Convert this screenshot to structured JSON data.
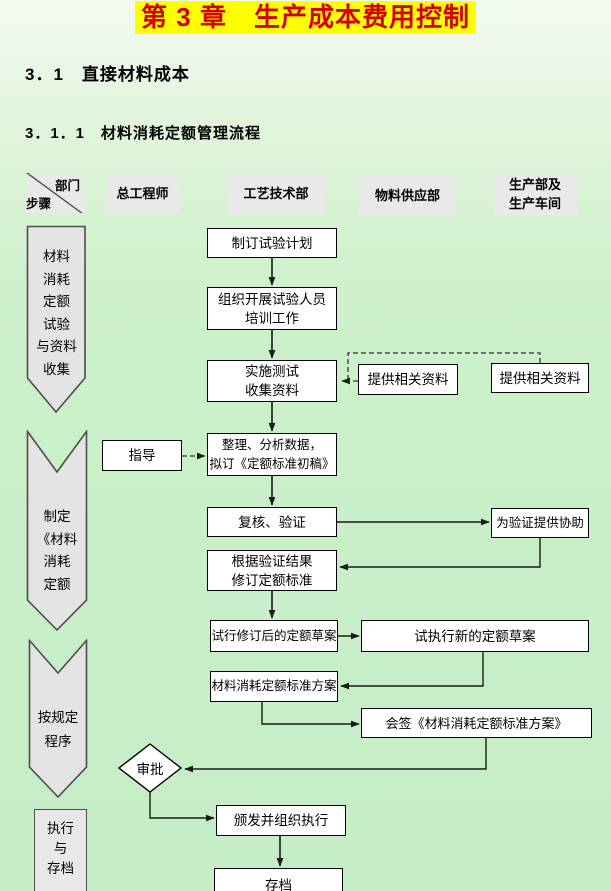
{
  "title": {
    "chapter": "第 3 章　生产成本费用控制"
  },
  "sections": {
    "s1": "3．1　直接材料成本",
    "s11": "3．1．1　材料消耗定额管理流程"
  },
  "colors": {
    "highlight": "#ffff00",
    "title_text": "#d40000",
    "background_green": "#c8efc7",
    "header_fill": "#e9e9e9",
    "stage_fill": "#e4e4e4",
    "box_fill": "#ffffff",
    "line": "#1a1a1a"
  },
  "matrix_header": {
    "corner_top_right": "部门",
    "corner_bottom_left": "步骤",
    "col_chief_engineer": "总工程师",
    "col_process_tech": "工艺技术部",
    "col_material_supply": "物料供应部",
    "col_production_l1": "生产部及",
    "col_production_l2": "生产车间"
  },
  "stages": {
    "s1": {
      "l1": "材料",
      "l2": "消耗",
      "l3": "定额",
      "l4": "试验",
      "l5": "与资料",
      "l6": "收集"
    },
    "s2": {
      "l1": "制定",
      "l2": "《材料",
      "l3": "消耗",
      "l4": "定额"
    },
    "s3": {
      "l1": "按规定",
      "l2": "程序"
    },
    "s4": {
      "l1": "执行",
      "l2": "与",
      "l3": "存档"
    }
  },
  "nodes": {
    "plan": "制订试验计划",
    "train_l1": "组织开展试验人员",
    "train_l2": "培训工作",
    "test_l1": "实施测试",
    "test_l2": "收集资料",
    "provide_a": "提供相关资料",
    "provide_b": "提供相关资料",
    "guide": "指导",
    "analyze_l1": "整理、分析数据，",
    "analyze_l2": "拟订《定额标准初稿》",
    "review": "复核、验证",
    "assist": "为验证提供协助",
    "revise_l1": "根据验证结果",
    "revise_l2": "修订定额标准",
    "trial": "试行修订后的定额草案",
    "trial_exec": "试执行新的定额草案",
    "standard": "材料消耗定额标准方案",
    "countersign": "会签《材料消耗定额标准方案》",
    "approve": "审批",
    "issue": "颁发并组织执行",
    "archive": "存档"
  }
}
